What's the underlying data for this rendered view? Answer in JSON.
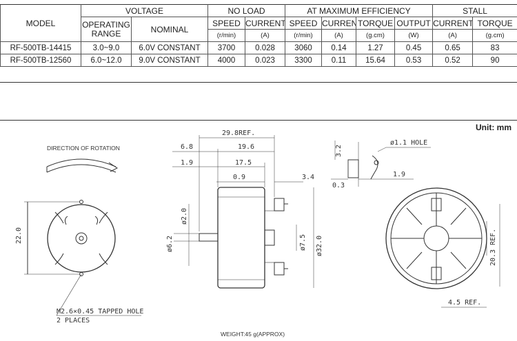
{
  "table": {
    "headers": {
      "model": "MODEL",
      "voltage": "VOLTAGE",
      "no_load": "NO LOAD",
      "max_eff": "AT MAXIMUM EFFICIENCY",
      "stall": "STALL",
      "operating_range": "OPERATING RANGE",
      "nominal": "NOMINAL",
      "speed": "SPEED",
      "current": "CURRENT",
      "torque": "TORQUE",
      "output": "OUTPUT"
    },
    "units": {
      "rpm": "(r/min)",
      "amp": "(A)",
      "gcm": "(g.cm)",
      "watt": "(W)"
    },
    "rows": [
      {
        "model": "RF-500TB-14415",
        "range": "3.0~9.0",
        "nominal": "6.0V CONSTANT",
        "nl_speed": "3700",
        "nl_current": "0.028",
        "me_speed": "3060",
        "me_current": "0.14",
        "me_torque": "1.27",
        "me_output": "0.45",
        "st_current": "0.65",
        "st_torque": "83"
      },
      {
        "model": "RF-500TB-12560",
        "range": "6.0~12.0",
        "nominal": "9.0V CONSTANT",
        "nl_speed": "4000",
        "nl_current": "0.023",
        "me_speed": "3300",
        "me_current": "0.11",
        "me_torque": "15.64",
        "me_output": "0.53",
        "st_current": "0.52",
        "st_torque": "90"
      }
    ]
  },
  "unit_label": "Unit: mm",
  "drawing": {
    "direction_label": "DIRECTION OF ROTATION",
    "dim_22": "22.0",
    "tapped_hole_1": "M2.6×0.45 TAPPED HOLE",
    "tapped_hole_2": "2 PLACES",
    "dim_29_8": "29.8REF.",
    "dim_6_8": "6.8",
    "dim_19_6": "19.6",
    "dim_1_9": "1.9",
    "dim_17_5": "17.5",
    "dim_0_9": "0.9",
    "dim_3_4": "3.4",
    "dim_d2": "ø2.0",
    "dim_d6_2": "ø6.2",
    "dim_d7_5": "ø7.5",
    "dim_d32": "ø32.0",
    "dim_3_2": "3.2",
    "dim_d1_1": "ø1.1 HOLE",
    "dim_0_3": "0.3",
    "dim_1_9b": "1.9",
    "dim_20_3": "20.3 REF.",
    "dim_4_5": "4.5 REF."
  },
  "weight": "WEIGHT:45 g(APPROX)"
}
